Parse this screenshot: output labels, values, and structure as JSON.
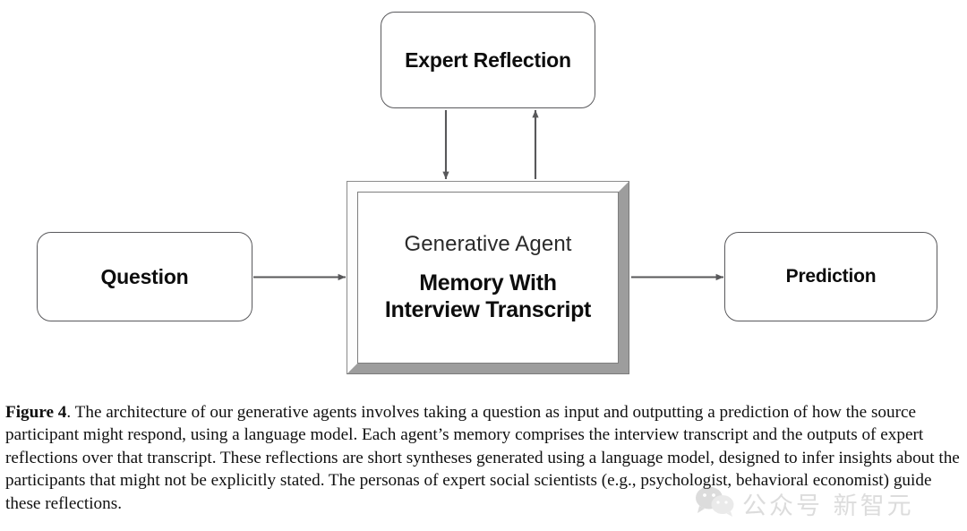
{
  "figure": {
    "nodes": {
      "expert_reflection": {
        "label": "Expert Reflection"
      },
      "question": {
        "label": "Question"
      },
      "prediction": {
        "label": "Prediction"
      },
      "generative_agent": {
        "title": "Generative Agent",
        "subtitle_line1": "Memory With",
        "subtitle_line2": "Interview Transcript"
      }
    },
    "connectors": [
      {
        "name": "question-to-agent",
        "direction": "right",
        "from": "question",
        "to": "generative_agent"
      },
      {
        "name": "agent-to-prediction",
        "direction": "right",
        "from": "generative_agent",
        "to": "prediction"
      },
      {
        "name": "expert-reflection-to-agent",
        "direction": "down",
        "from": "expert_reflection",
        "to": "generative_agent"
      },
      {
        "name": "agent-to-expert-reflection",
        "direction": "up",
        "from": "generative_agent",
        "to": "expert_reflection"
      }
    ],
    "colors": {
      "box_border": "#59595c",
      "frame_light": "#fdfdfd",
      "frame_shadow": "#9d9d9d",
      "arrow": "#58585a",
      "text": "#0d0d0d",
      "background": "#ffffff"
    }
  },
  "caption": {
    "figure_number": "Figure 4",
    "separator": ". ",
    "body": "The architecture of our generative agents involves taking a question as input and outputting a prediction of how the source participant might respond, using a language model. Each agent’s memory comprises the interview transcript and the outputs of expert reflections over that transcript. These reflections are short syntheses generated using a language model, designed to infer insights about the participants that might not be explicitly stated. The personas of expert social scientists (e.g., psychologist, behavioral economist) guide these reflections."
  },
  "watermark": {
    "text": "公众号  新智元",
    "logo": "wechat-logo"
  }
}
